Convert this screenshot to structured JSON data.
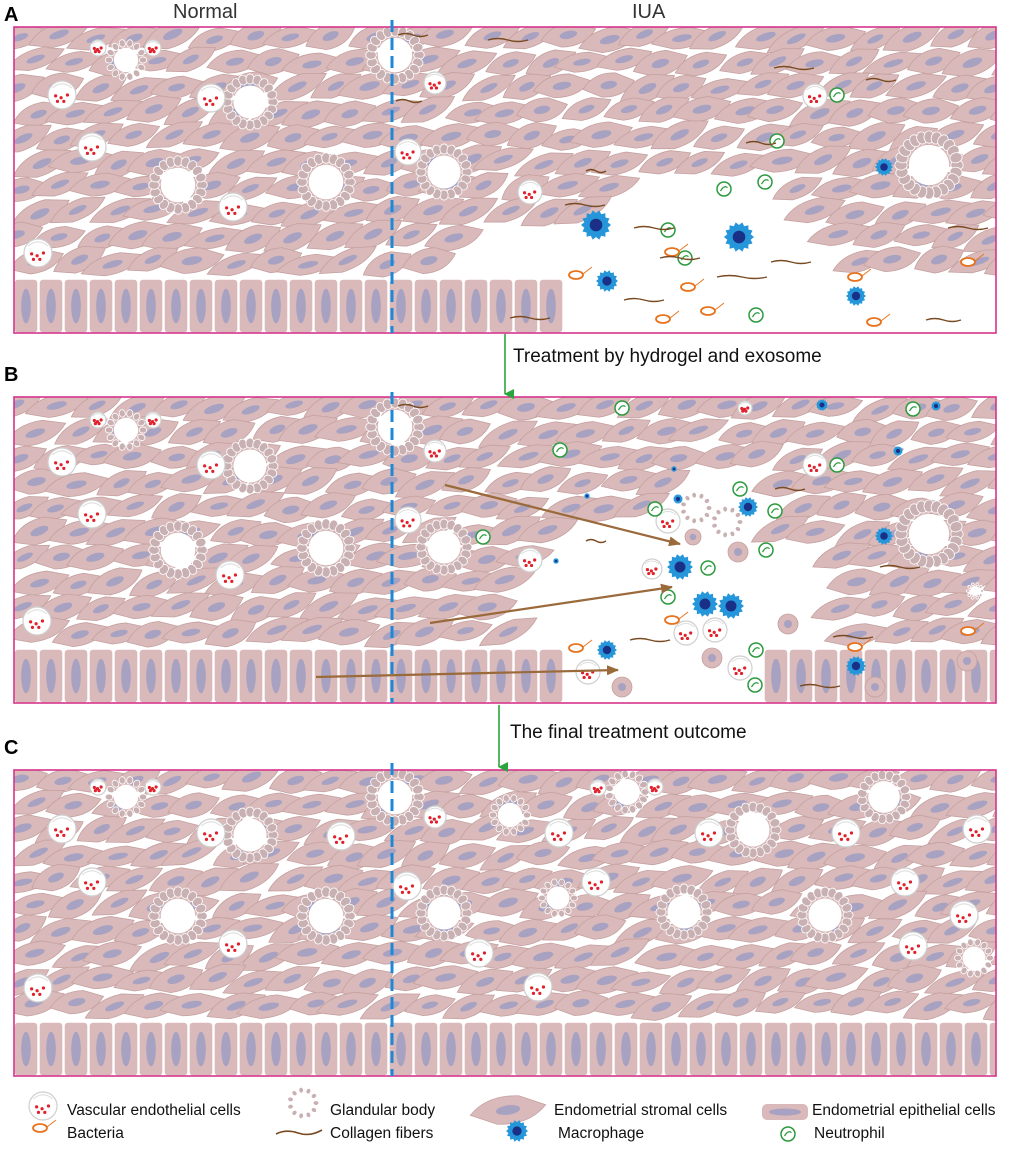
{
  "header": {
    "left": "Normal",
    "right": "IUA"
  },
  "panels": [
    {
      "letter": "A"
    },
    {
      "letter": "B"
    },
    {
      "letter": "C"
    }
  ],
  "transitions": [
    {
      "label": "Treatment by hydrogel and exosome"
    },
    {
      "label": "The final treatment outcome"
    }
  ],
  "legend": {
    "vascular": "Vascular endothelial cells",
    "bacteria": "Bacteria",
    "gland": "Glandular body",
    "collagen": "Collagen fibers",
    "stromal": "Endometrial stromal cells",
    "macrophage": "Macrophage",
    "epithelial": "Endometrial epithelial cells",
    "neutrophil": "Neutrophil"
  },
  "colors": {
    "frame": "#d6338a",
    "divider": "#1e88d8",
    "stroma": "#d9b9b9",
    "stroma_edge": "#c6a1a1",
    "nucleus": "#a7a2c2",
    "gland_cell": "#c9b1b3",
    "macrophage": "#2596d9",
    "macrophage_core": "#1a2f86",
    "neutrophil": "#2a9a3c",
    "bacteria": "#e8721c",
    "collagen": "#7a4b22",
    "vessel_dot": "#e0202a",
    "arrow_green": "#2aa43c",
    "arrow_brown": "#9a6a3a"
  }
}
